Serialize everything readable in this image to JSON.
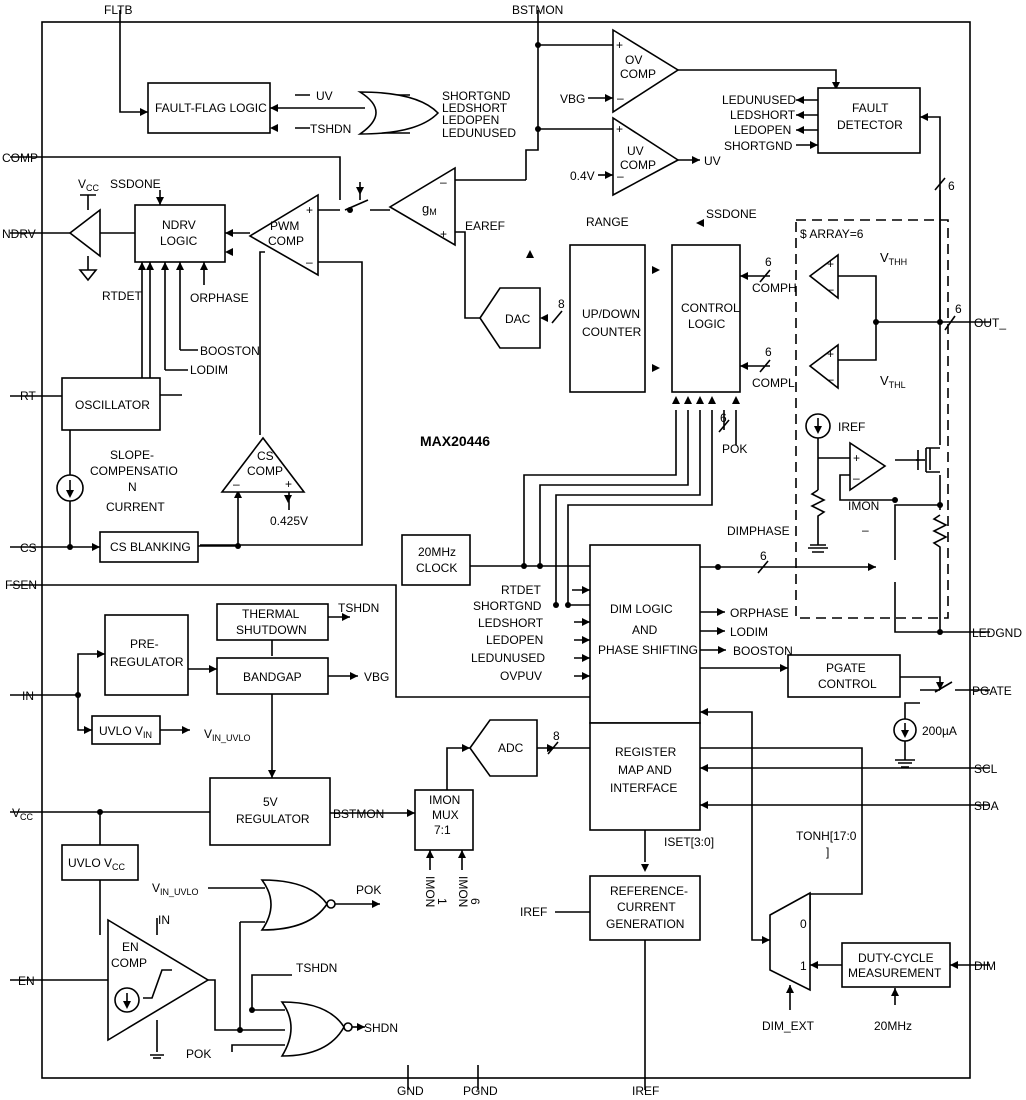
{
  "chip": "MAX20446",
  "pins": {
    "fltb": "FLTB",
    "bstmon": "BSTMON",
    "comp": "COMP",
    "ndrv": "NDRV",
    "rt": "RT",
    "cs": "CS",
    "fsen": "FSEN",
    "in": "IN",
    "vcc": "V",
    "vcc_sub": "CC",
    "en": "EN",
    "gnd": "GND",
    "pgnd": "PGND",
    "iref": "IREF",
    "out": "OUT_",
    "ledgnd": "LEDGND",
    "pgate": "PGATE",
    "scl": "SCL",
    "sda": "SDA",
    "dim": "DIM"
  },
  "blocks": {
    "fault_flag": "FAULT-FLAG LOGIC",
    "ov_comp": [
      "OV",
      "COMP"
    ],
    "uv_comp": [
      "UV",
      "COMP"
    ],
    "fault_detector": [
      "FAULT",
      "DETECTOR"
    ],
    "ndrv_logic": [
      "NDRV",
      "LOGIC"
    ],
    "pwm_comp": [
      "PWM",
      "COMP"
    ],
    "gm": "g",
    "gm_sub": "M",
    "dac": "DAC",
    "updown": [
      "UP/DOWN",
      "COUNTER"
    ],
    "control_logic": [
      "CONTROL",
      "LOGIC"
    ],
    "oscillator": "OSCILLATOR",
    "cs_comp": [
      "CS",
      "COMP"
    ],
    "cs_blanking": "CS BLANKING",
    "clock": [
      "20MHz",
      "CLOCK"
    ],
    "dim_logic": [
      "DIM LOGIC",
      "AND",
      "PHASE SHIFTING"
    ],
    "pre_reg": [
      "PRE-",
      "REGULATOR"
    ],
    "thermal": [
      "THERMAL",
      "SHUTDOWN"
    ],
    "bandgap": "BANDGAP",
    "pgate_ctrl": [
      "PGATE",
      "CONTROL"
    ],
    "uvlo_vin": "UVLO V",
    "uvlo_vin_sub": "IN",
    "adc": "ADC",
    "register_map": [
      "REGISTER",
      "MAP AND",
      "INTERFACE"
    ],
    "reg5v": [
      "5V",
      "REGULATOR"
    ],
    "imon_mux": [
      "IMON",
      "MUX",
      "7:1"
    ],
    "uvlo_vcc": "UVLO V",
    "uvlo_vcc_sub": "CC",
    "en_comp": [
      "EN",
      "COMP"
    ],
    "ref_current": [
      "REFERENCE-",
      "CURRENT",
      "GENERATION"
    ],
    "duty_cycle": [
      "DUTY-CYCLE",
      "MEASUREMENT"
    ],
    "mux_labels": [
      "0",
      "1"
    ]
  },
  "signals": {
    "uv": "UV",
    "tshdn": "TSHDN",
    "shortgnd": "SHORTGND",
    "ledshort": "LEDSHORT",
    "ledopen": "LEDOPEN",
    "ledunused": "LEDUNUSED",
    "vbg": "VBG",
    "v04": "0.4V",
    "vcc_lbl": "V",
    "vcc_lbl_sub": "CC",
    "ssdone": "SSDONE",
    "earef": "EAREF",
    "range": "RANGE",
    "array": "$ ARRAY=6",
    "vthh": "V",
    "vthh_sub": "THH",
    "vthl": "V",
    "vthl_sub": "THL",
    "comph": "COMPH",
    "compl": "COMPL",
    "rtdet": "RTDET",
    "orphase": "ORPHASE",
    "booston": "BOOSTON",
    "lodim": "LODIM",
    "slope": [
      "SLOPE-",
      "COMPENSATIO",
      "N",
      "CURRENT"
    ],
    "v0425": "0.425V",
    "pok": "POK",
    "iref_src": "IREF",
    "imon": "IMON",
    "dimphase": "DIMPHASE",
    "ovpuv": "OVPUV",
    "uamp": "200µA",
    "vin_uvlo": "V",
    "vin_uvlo_sub": "IN_UVLO",
    "iset": "ISET[3:0]",
    "tonh": "TONH[17:0",
    "tonh2": "]",
    "dim_ext": "DIM_EXT",
    "mhz20": "20MHz",
    "shdn": "SHDN",
    "in_small": "IN",
    "imon1": [
      "IMON",
      "1"
    ],
    "imon6": [
      "IMON",
      "6"
    ],
    "minus": "–",
    "bus6": "6",
    "bus8": "8"
  }
}
